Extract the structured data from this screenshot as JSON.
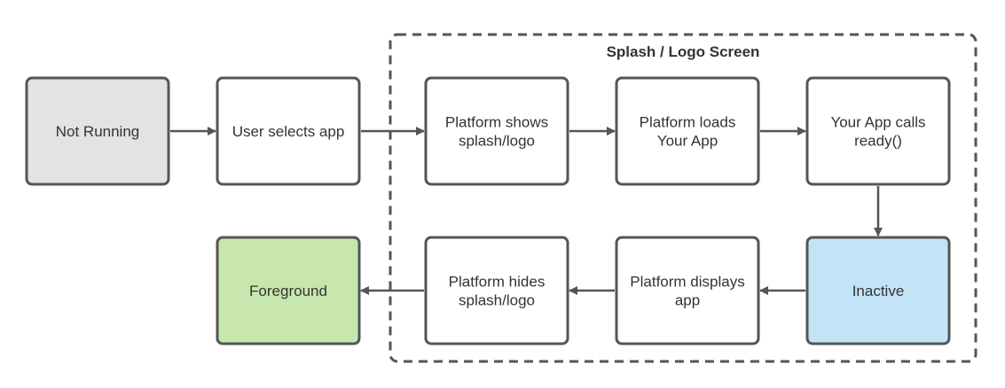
{
  "group": {
    "label": "Splash / Logo Screen"
  },
  "nodes": [
    {
      "id": "not-running",
      "lines": [
        "Not Running"
      ],
      "fill": "#e3e3e3"
    },
    {
      "id": "user-selects-app",
      "lines": [
        "User selects app"
      ],
      "fill": "#ffffff"
    },
    {
      "id": "platform-shows-splash",
      "lines": [
        "Platform shows",
        "splash/logo"
      ],
      "fill": "#ffffff"
    },
    {
      "id": "platform-loads-app",
      "lines": [
        "Platform loads",
        "Your App"
      ],
      "fill": "#ffffff"
    },
    {
      "id": "app-calls-ready",
      "lines": [
        "Your App calls",
        "ready()"
      ],
      "fill": "#ffffff"
    },
    {
      "id": "inactive",
      "lines": [
        "Inactive"
      ],
      "fill": "#c3e4f7"
    },
    {
      "id": "platform-displays-app",
      "lines": [
        "Platform displays",
        "app"
      ],
      "fill": "#ffffff"
    },
    {
      "id": "platform-hides-splash",
      "lines": [
        "Platform hides",
        "splash/logo"
      ],
      "fill": "#ffffff"
    },
    {
      "id": "foreground",
      "lines": [
        "Foreground"
      ],
      "fill": "#c7e7ae"
    }
  ],
  "edges": [
    {
      "from": "not-running",
      "to": "user-selects-app"
    },
    {
      "from": "user-selects-app",
      "to": "platform-shows-splash"
    },
    {
      "from": "platform-shows-splash",
      "to": "platform-loads-app"
    },
    {
      "from": "platform-loads-app",
      "to": "app-calls-ready"
    },
    {
      "from": "app-calls-ready",
      "to": "inactive"
    },
    {
      "from": "inactive",
      "to": "platform-displays-app"
    },
    {
      "from": "platform-displays-app",
      "to": "platform-hides-splash"
    },
    {
      "from": "platform-hides-splash",
      "to": "foreground"
    }
  ],
  "colors": {
    "stroke": "#555555",
    "text": "#333333"
  }
}
